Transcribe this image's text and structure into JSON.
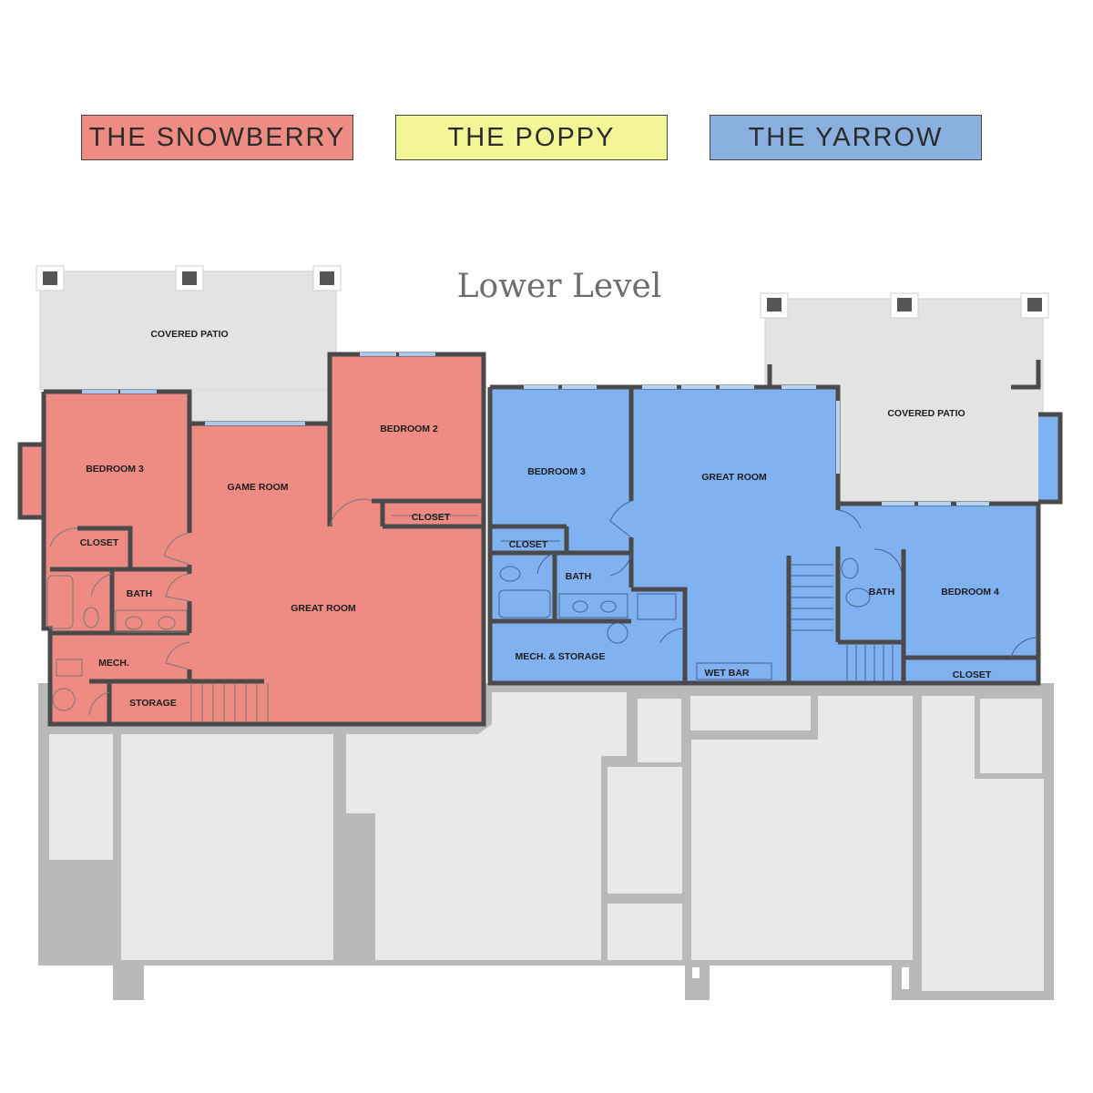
{
  "legend": [
    {
      "label": "THE SNOWBERRY",
      "color": "#ee8b82"
    },
    {
      "label": "THE POPPY",
      "color": "#f4f596"
    },
    {
      "label": "THE YARROW",
      "color": "#89b0df"
    }
  ],
  "plan": {
    "title": "Lower Level",
    "colors": {
      "snowberry_fill": "#ee8b82",
      "yarrow_fill": "#80b1f1",
      "patio_fill": "#e3e3e3",
      "garage_fill": "#e9e9e9",
      "foundation_fill": "#b9b9b9",
      "wall": "#4a4a4a"
    },
    "snowberry_rooms": {
      "covered_patio": "COVERED PATIO",
      "bedroom_3": "BEDROOM 3",
      "game_room": "GAME ROOM",
      "bedroom_2": "BEDROOM 2",
      "closet_1": "CLOSET",
      "closet_2": "CLOSET",
      "bath": "BATH",
      "great_room": "GREAT ROOM",
      "mech": "MECH.",
      "storage": "STORAGE"
    },
    "yarrow_rooms": {
      "bedroom_3": "BEDROOM 3",
      "great_room": "GREAT ROOM",
      "covered_patio": "COVERED PATIO",
      "closet_1": "CLOSET",
      "bath_1": "BATH",
      "bath_2": "BATH",
      "bedroom_4": "BEDROOM 4",
      "mech_storage": "MECH. & STORAGE",
      "wet_bar": "WET BAR",
      "closet_2": "CLOSET"
    }
  }
}
